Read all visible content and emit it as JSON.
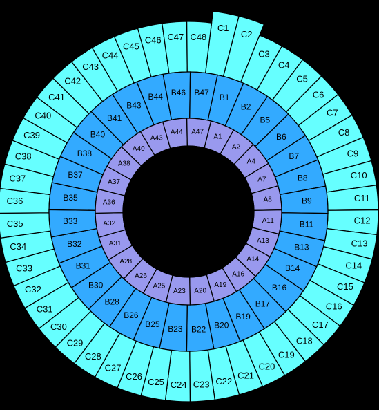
{
  "colors": {
    "background": "#000000",
    "ring_c": "#66ffff",
    "ring_b": "#33aaff",
    "ring_a": "#9999ee",
    "outline": "#000000"
  },
  "rings": {
    "c": [
      {
        "label": "C1"
      },
      {
        "label": "C2"
      },
      {
        "label": "C3"
      },
      {
        "label": "C4"
      },
      {
        "label": "C5"
      },
      {
        "label": "C6"
      },
      {
        "label": "C7"
      },
      {
        "label": "C8"
      },
      {
        "label": "C9"
      },
      {
        "label": "C10"
      },
      {
        "label": "C11"
      },
      {
        "label": "C12"
      },
      {
        "label": "C13"
      },
      {
        "label": "C14"
      },
      {
        "label": "C15"
      },
      {
        "label": "C16"
      },
      {
        "label": "C17"
      },
      {
        "label": "C18"
      },
      {
        "label": "C19"
      },
      {
        "label": "C20"
      },
      {
        "label": "C21"
      },
      {
        "label": "C22"
      },
      {
        "label": "C23"
      },
      {
        "label": "C24"
      },
      {
        "label": "C25"
      },
      {
        "label": "C26"
      },
      {
        "label": "C27"
      },
      {
        "label": "C28"
      },
      {
        "label": "C29"
      },
      {
        "label": "C30"
      },
      {
        "label": "C31"
      },
      {
        "label": "C32"
      },
      {
        "label": "C33"
      },
      {
        "label": "C34"
      },
      {
        "label": "C35"
      },
      {
        "label": "C36"
      },
      {
        "label": "C37"
      },
      {
        "label": "C38"
      },
      {
        "label": "C39"
      },
      {
        "label": "C40"
      },
      {
        "label": "C41"
      },
      {
        "label": "C42"
      },
      {
        "label": "C43"
      },
      {
        "label": "C44"
      },
      {
        "label": "C45"
      },
      {
        "label": "C46"
      },
      {
        "label": "C47"
      },
      {
        "label": "C48"
      }
    ],
    "b": [
      {
        "label": "B1"
      },
      {
        "label": "B2"
      },
      {
        "label": "B5"
      },
      {
        "label": "B6"
      },
      {
        "label": "B7"
      },
      {
        "label": "B8"
      },
      {
        "label": "B9"
      },
      {
        "label": "B11"
      },
      {
        "label": "B13"
      },
      {
        "label": "B14"
      },
      {
        "label": "B16"
      },
      {
        "label": "B17"
      },
      {
        "label": "B19"
      },
      {
        "label": "B20"
      },
      {
        "label": "B22"
      },
      {
        "label": "B23"
      },
      {
        "label": "B25"
      },
      {
        "label": "B26"
      },
      {
        "label": "B28"
      },
      {
        "label": "B30"
      },
      {
        "label": "B31"
      },
      {
        "label": "B32"
      },
      {
        "label": "B33"
      },
      {
        "label": "B35"
      },
      {
        "label": "B37"
      },
      {
        "label": "B38"
      },
      {
        "label": "B40"
      },
      {
        "label": "B41"
      },
      {
        "label": "B43"
      },
      {
        "label": "B44"
      },
      {
        "label": "B46"
      },
      {
        "label": "B47"
      }
    ],
    "a": [
      {
        "label": "A1"
      },
      {
        "label": "A2"
      },
      {
        "label": "A4"
      },
      {
        "label": "A7"
      },
      {
        "label": "A8"
      },
      {
        "label": "A11"
      },
      {
        "label": "A13"
      },
      {
        "label": "A14"
      },
      {
        "label": "A16"
      },
      {
        "label": "A19"
      },
      {
        "label": "A20"
      },
      {
        "label": "A23"
      },
      {
        "label": "A25"
      },
      {
        "label": "A26"
      },
      {
        "label": "A28"
      },
      {
        "label": "A31"
      },
      {
        "label": "A32"
      },
      {
        "label": "A36"
      },
      {
        "label": "A37"
      },
      {
        "label": "A38"
      },
      {
        "label": "A40"
      },
      {
        "label": "A43"
      },
      {
        "label": "A44"
      },
      {
        "label": "A47"
      }
    ]
  }
}
